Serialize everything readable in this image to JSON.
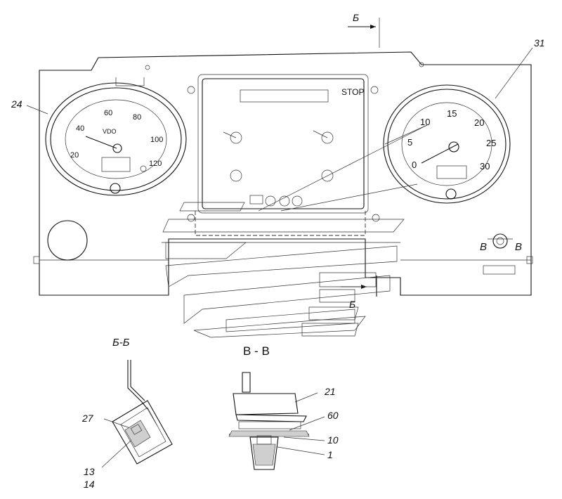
{
  "callouts": {
    "c24": "24",
    "c31": "31",
    "c21": "21",
    "c60": "60",
    "c10": "10",
    "c1": "1",
    "c27": "27",
    "c13": "13",
    "c14": "14"
  },
  "sections": {
    "b_top": "Б",
    "b_right": "Б",
    "bb_title": "Б-Б",
    "vv_title": "В - В",
    "v_left": "В",
    "v_right": "В"
  },
  "speedometer": {
    "ticks": [
      "20",
      "40",
      "60",
      "80",
      "100",
      "120"
    ],
    "unit": "VDO"
  },
  "tachometer": {
    "ticks": [
      "0",
      "5",
      "10",
      "15",
      "20",
      "25",
      "30"
    ]
  },
  "warning_panel": {
    "stop_label": "STOP"
  }
}
